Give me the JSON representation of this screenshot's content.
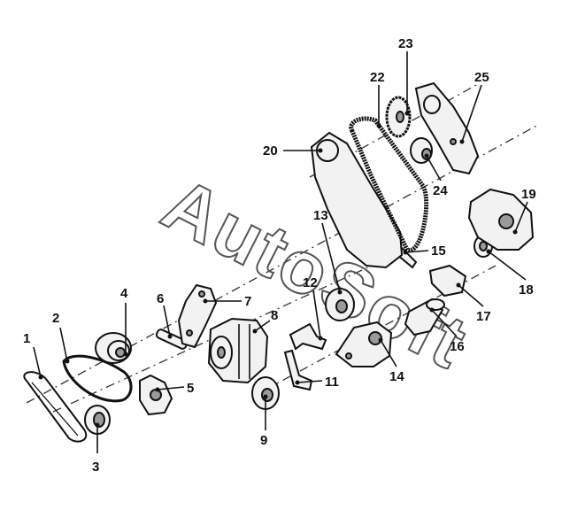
{
  "watermark": "AutoSoft",
  "callouts": [
    "1",
    "2",
    "3",
    "4",
    "5",
    "6",
    "7",
    "8",
    "9",
    "11",
    "12",
    "13",
    "14",
    "15",
    "16",
    "17",
    "18",
    "19",
    "20",
    "22",
    "23",
    "24",
    "25"
  ],
  "colors": {
    "line": "#111111",
    "watermark": "#555555",
    "background": "#ffffff"
  }
}
